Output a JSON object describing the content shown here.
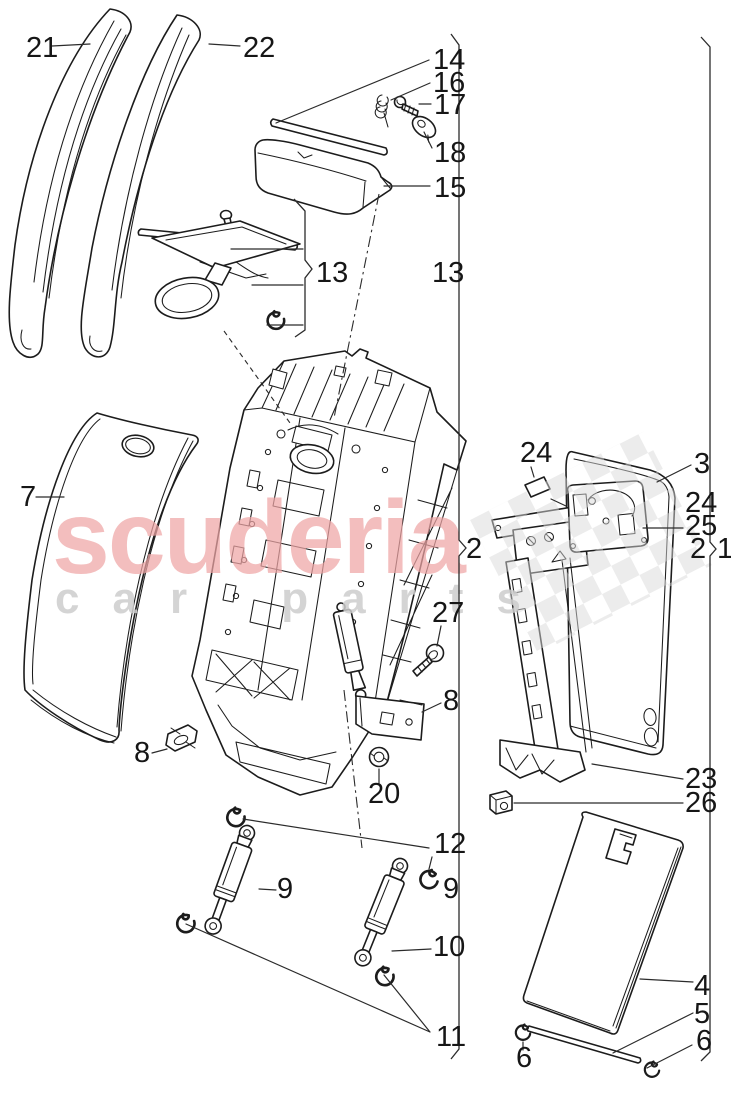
{
  "watermark": {
    "brand": "scuderia",
    "subtitle": "car parts",
    "brand_color": "#efa6a6",
    "subtitle_color": "#cdcdcd",
    "flag_color": "#d8d8d8"
  },
  "callouts": {
    "c21": "21",
    "c22": "22",
    "c14": "14",
    "c16": "16",
    "c17": "17",
    "c18": "18",
    "c15": "15",
    "c13a": "13",
    "c13b": "13",
    "c7": "7",
    "c2a": "2",
    "c3": "3",
    "c24a": "24",
    "c24b": "24",
    "c25": "25",
    "c2b": "2",
    "c1": "1",
    "c27": "27",
    "c8a": "8",
    "c8b": "8",
    "c20": "20",
    "c23": "23",
    "c26": "26",
    "c12": "12",
    "c9a": "9",
    "c9b": "9",
    "c10": "10",
    "c11": "11",
    "c4": "4",
    "c5": "5",
    "c6a": "6",
    "c6b": "6"
  }
}
